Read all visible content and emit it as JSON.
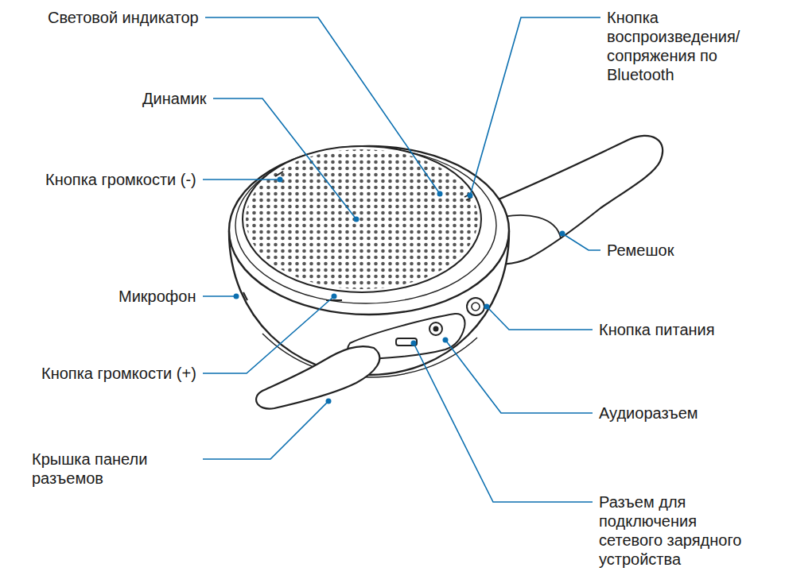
{
  "diagram": {
    "labels": [
      "Световой индикатор",
      "Кнопка воспроизведения/ сопряжения по Bluetooth",
      "Динамик",
      "Кнопка громкости (-)",
      "Ремешок",
      "Микрофон",
      "Кнопка питания",
      "Кнопка громкости (+)",
      "Аудиоразъем",
      "Крышка панели разъемов",
      "Разъем для подключения сетевого зарядного устройства"
    ]
  }
}
